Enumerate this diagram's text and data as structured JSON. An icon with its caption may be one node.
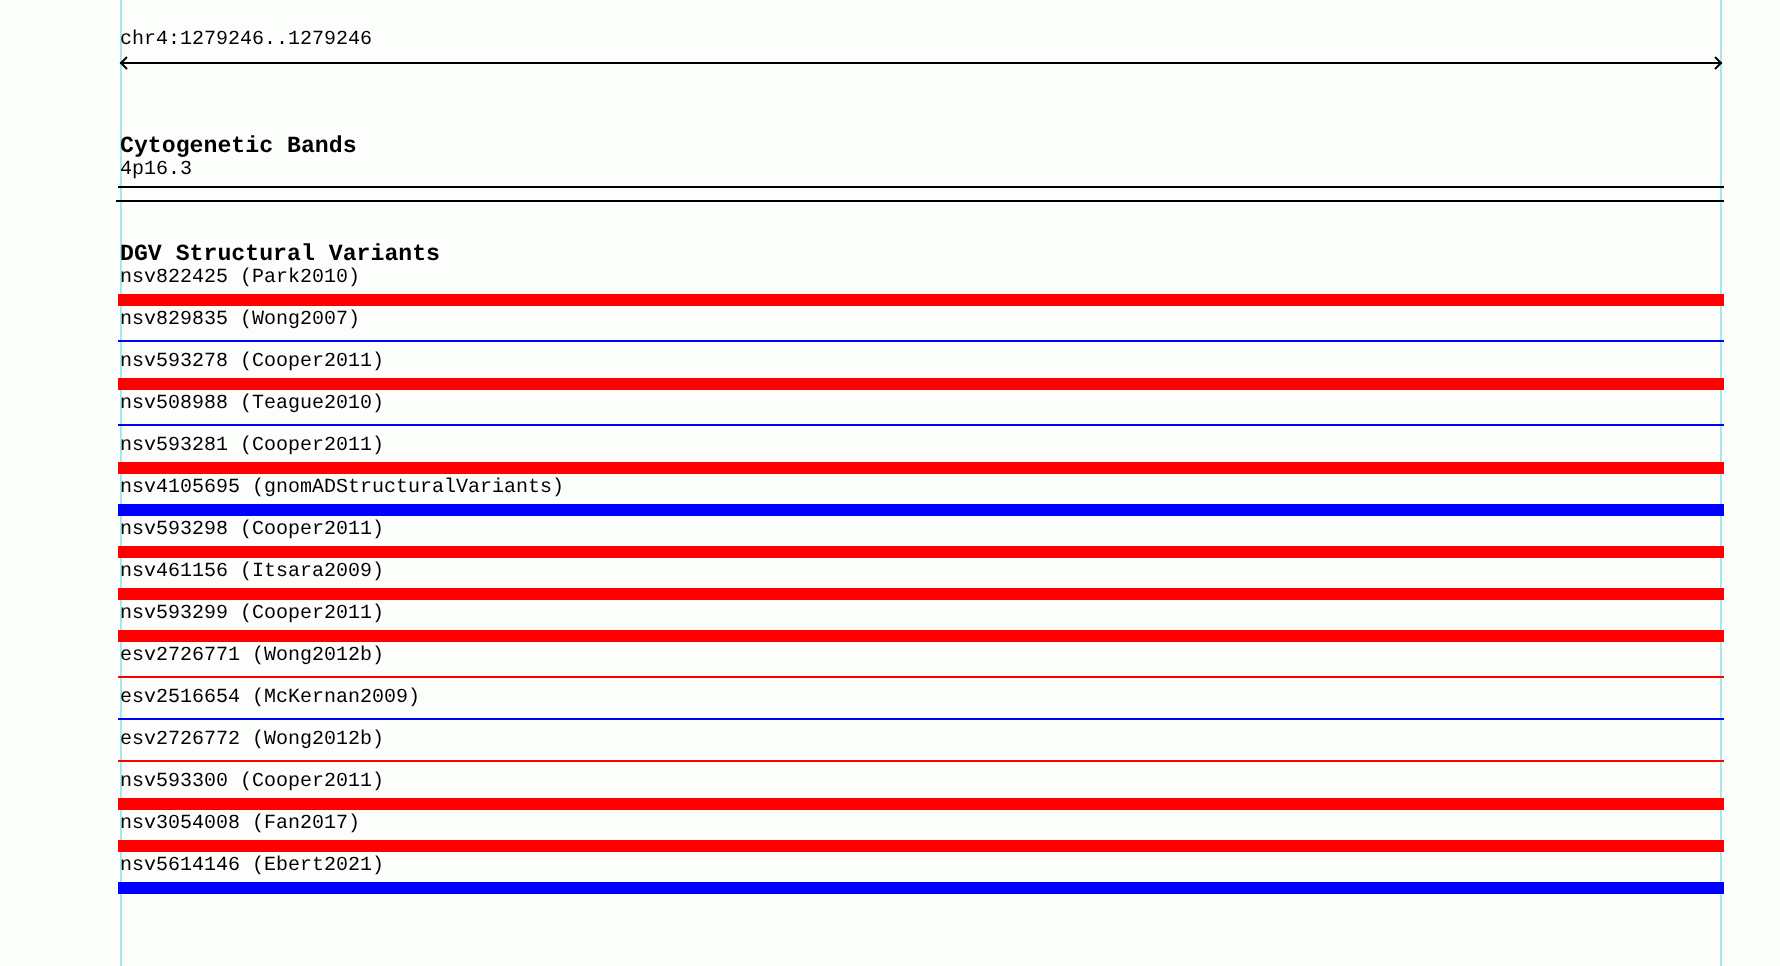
{
  "diagram": {
    "nodes": [
      {
        "text": [
          "4p16.3"
        ]
      },
      {
        "text": [
          "nsv822425 (Park2010)"
        ]
      },
      {
        "text": [
          "nsv829835 (Wong2007)"
        ]
      },
      {
        "text": [
          "nsv593278 (Cooper2011)"
        ]
      },
      {
        "text": [
          "nsv508988 (Teague2010)"
        ]
      },
      {
        "text": [
          "nsv593281 (Cooper2011)"
        ]
      },
      {
        "text": [
          "nsv4105695 (gnomADStructuralVariants)"
        ]
      },
      {
        "text": [
          "nsv593298 (Cooper2011)"
        ]
      },
      {
        "text": [
          "nsv461156 (Itsara2009)"
        ]
      },
      {
        "text": [
          "nsv593299 (Cooper2011)"
        ]
      },
      {
        "text": [
          "esv2726771 (Wong2012b)"
        ]
      },
      {
        "text": [
          "esv2516654 (McKernan2009)"
        ]
      },
      {
        "text": [
          "esv2726772 (Wong2012b)"
        ]
      },
      {
        "text": [
          "nsv593300 (Cooper2011)"
        ]
      },
      {
        "text": [
          "nsv3054008 (Fan2017)"
        ]
      },
      {
        "text": [
          "nsv5614146 (Ebert2021)"
        ]
      }
    ],
    "labels": [
      "chr4:1279246..1279246",
      "Cytogenetic Bands",
      "DGV Structural Variants"
    ]
  }
}
